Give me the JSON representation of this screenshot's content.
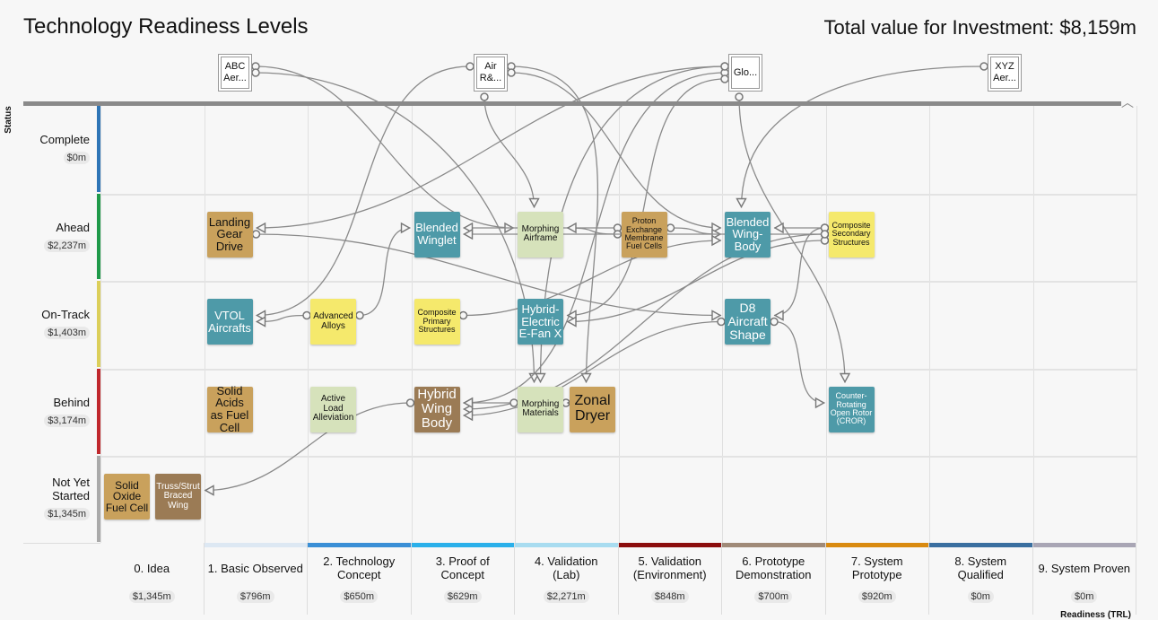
{
  "title": "Technology Readiness Levels",
  "total": "Total value for Investment: $8,159m",
  "status_axis": "Status",
  "readiness_axis": "Readiness (TRL)",
  "statuses": [
    {
      "label": "Complete",
      "value": "$0m",
      "color": "#2e75b6"
    },
    {
      "label": "Ahead",
      "value": "$2,237m",
      "color": "#1f9a4a"
    },
    {
      "label": "On-Track",
      "value": "$1,403m",
      "color": "#dccf5a"
    },
    {
      "label": "Behind",
      "value": "$3,174m",
      "color": "#c0282d"
    },
    {
      "label": "Not Yet Started",
      "value": "$1,345m",
      "color": "#aaaaaa"
    }
  ],
  "levels": [
    {
      "label": "0. Idea",
      "value": "$1,345m",
      "color": "#f7f7f7"
    },
    {
      "label": "1. Basic Observed",
      "value": "$796m",
      "color": "#dde8f3"
    },
    {
      "label": "2. Technology Concept",
      "value": "$650m",
      "color": "#3a8fd6"
    },
    {
      "label": "3. Proof of Concept",
      "value": "$629m",
      "color": "#2ab0ea"
    },
    {
      "label": "4. Validation (Lab)",
      "value": "$2,271m",
      "color": "#a8dcf0"
    },
    {
      "label": "5. Validation (Environment)",
      "value": "$848m",
      "color": "#8b0d0d"
    },
    {
      "label": "6. Prototype Demonstration",
      "value": "$700m",
      "color": "#a08a78"
    },
    {
      "label": "7. System Prototype",
      "value": "$920m",
      "color": "#d98a10"
    },
    {
      "label": "8. System Qualified",
      "value": "$0m",
      "color": "#3a6fa0"
    },
    {
      "label": "9. System Proven",
      "value": "$0m",
      "color": "#a9a6b5"
    }
  ],
  "companies": [
    {
      "id": "abc",
      "label": "ABC Aer..."
    },
    {
      "id": "air",
      "label": "Air R&..."
    },
    {
      "id": "glo",
      "label": "Glo..."
    },
    {
      "id": "xyz",
      "label": "XYZ Aer..."
    }
  ],
  "nodes": [
    {
      "id": "lgd",
      "label": "Landing Gear Drive",
      "status": "Ahead",
      "trl": 1,
      "color": "#c9a15c",
      "text": "#111"
    },
    {
      "id": "bwl",
      "label": "Blended Winglet",
      "status": "Ahead",
      "trl": 3,
      "color": "#4e9aa8",
      "text": "#fff"
    },
    {
      "id": "maf",
      "label": "Morphing Airframe",
      "status": "Ahead",
      "trl": 4,
      "color": "#d6e2bb",
      "text": "#111"
    },
    {
      "id": "pem",
      "label": "Proton Exchange Membrane Fuel Cells",
      "status": "Ahead",
      "trl": 5,
      "color": "#c9a15c",
      "text": "#111"
    },
    {
      "id": "bwb",
      "label": "Blended Wing-Body",
      "status": "Ahead",
      "trl": 6,
      "color": "#4e9aa8",
      "text": "#fff"
    },
    {
      "id": "css",
      "label": "Composite Secondary Structures",
      "status": "Ahead",
      "trl": 7,
      "color": "#f5e96c",
      "text": "#111"
    },
    {
      "id": "vtol",
      "label": "VTOL Aircrafts",
      "status": "On-Track",
      "trl": 1,
      "color": "#4e9aa8",
      "text": "#fff"
    },
    {
      "id": "aal",
      "label": "Advanced Alloys",
      "status": "On-Track",
      "trl": 2,
      "color": "#f5e96c",
      "text": "#111"
    },
    {
      "id": "cps",
      "label": "Composite Primary Structures",
      "status": "On-Track",
      "trl": 3,
      "color": "#f5e96c",
      "text": "#111"
    },
    {
      "id": "hef",
      "label": "Hybrid-Electric E-Fan X",
      "status": "On-Track",
      "trl": 4,
      "color": "#4e9aa8",
      "text": "#fff"
    },
    {
      "id": "d8",
      "label": "D8 Aircraft Shape",
      "status": "On-Track",
      "trl": 6,
      "color": "#4e9aa8",
      "text": "#fff"
    },
    {
      "id": "saf",
      "label": "Solid Acids as Fuel Cell",
      "status": "Behind",
      "trl": 1,
      "color": "#c9a15c",
      "text": "#111"
    },
    {
      "id": "ala",
      "label": "Active Load Alleviation",
      "status": "Behind",
      "trl": 2,
      "color": "#d6e2bb",
      "text": "#111"
    },
    {
      "id": "hwb",
      "label": "Hybrid Wing Body",
      "status": "Behind",
      "trl": 3,
      "color": "#9b7b55",
      "text": "#fff"
    },
    {
      "id": "mm",
      "label": "Morphing Materials",
      "status": "Behind",
      "trl": 4,
      "color": "#d6e2bb",
      "text": "#111"
    },
    {
      "id": "zd",
      "label": "Zonal Dryer",
      "status": "Behind",
      "trl": 4,
      "color": "#c9a15c",
      "text": "#111"
    },
    {
      "id": "cror",
      "label": "Counter-Rotating Open Rotor (CROR)",
      "status": "Behind",
      "trl": 7,
      "color": "#4e9aa8",
      "text": "#fff"
    },
    {
      "id": "sofc",
      "label": "Solid Oxide Fuel Cell",
      "status": "Not Yet Started",
      "trl": 0,
      "color": "#c9a15c",
      "text": "#111"
    },
    {
      "id": "tsbw",
      "label": "Truss/Strut Braced Wing",
      "status": "Not Yet Started",
      "trl": 0,
      "color": "#9b7b55",
      "text": "#fff"
    }
  ],
  "edges": [
    {
      "from": "abc",
      "to": "maf"
    },
    {
      "from": "abc",
      "to": "mm"
    },
    {
      "from": "air",
      "to": "vtol"
    },
    {
      "from": "air",
      "to": "maf"
    },
    {
      "from": "air",
      "to": "zd"
    },
    {
      "from": "air",
      "to": "bwb"
    },
    {
      "from": "glo",
      "to": "lgd"
    },
    {
      "from": "glo",
      "to": "hwb"
    },
    {
      "from": "glo",
      "to": "hef"
    },
    {
      "from": "glo",
      "to": "mm"
    },
    {
      "from": "glo",
      "to": "cror"
    },
    {
      "from": "xyz",
      "to": "bwb"
    },
    {
      "from": "lgd",
      "to": "d8"
    },
    {
      "from": "pem",
      "to": "bwl"
    },
    {
      "from": "pem",
      "to": "maf"
    },
    {
      "from": "pem",
      "to": "bwb"
    },
    {
      "from": "aal",
      "to": "bwl"
    },
    {
      "from": "aal",
      "to": "vtol"
    },
    {
      "from": "cps",
      "to": "bwb"
    },
    {
      "from": "css",
      "to": "bwb"
    },
    {
      "from": "css",
      "to": "bwl"
    },
    {
      "from": "css",
      "to": "hef"
    },
    {
      "from": "css",
      "to": "d8"
    },
    {
      "from": "css",
      "to": "hwb"
    },
    {
      "from": "d8",
      "to": "cror"
    },
    {
      "from": "d8",
      "to": "hwb"
    },
    {
      "from": "mm",
      "to": "hwb"
    },
    {
      "from": "zd",
      "to": "mm"
    },
    {
      "from": "hwb",
      "to": "tsbw"
    }
  ]
}
